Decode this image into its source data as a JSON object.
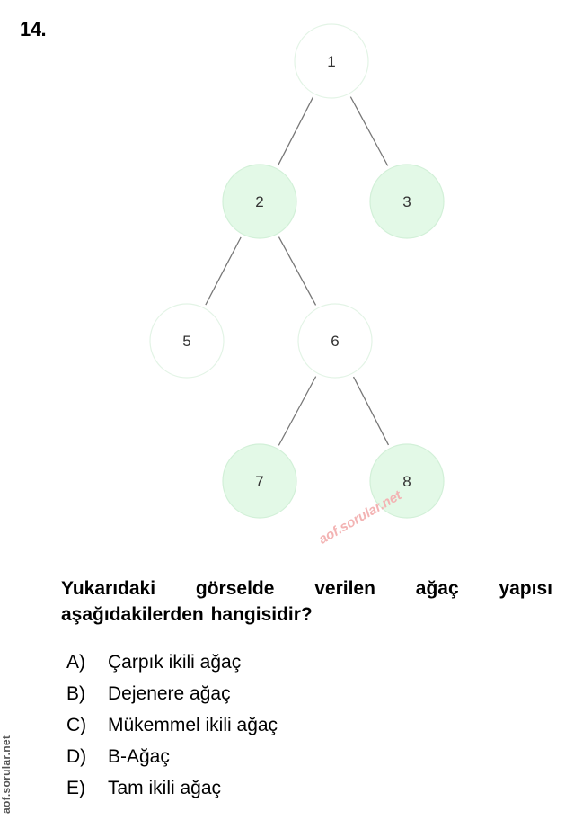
{
  "question_number": "14.",
  "tree": {
    "nodes": [
      {
        "id": "1",
        "label": "1"
      },
      {
        "id": "2",
        "label": "2"
      },
      {
        "id": "3",
        "label": "3"
      },
      {
        "id": "5",
        "label": "5"
      },
      {
        "id": "6",
        "label": "6"
      },
      {
        "id": "7",
        "label": "7"
      },
      {
        "id": "8",
        "label": "8"
      }
    ],
    "edges": [
      [
        "1",
        "2"
      ],
      [
        "1",
        "3"
      ],
      [
        "2",
        "5"
      ],
      [
        "2",
        "6"
      ],
      [
        "6",
        "7"
      ],
      [
        "6",
        "8"
      ]
    ],
    "colors": {
      "edge": "#777777",
      "white_fill": "#ffffff",
      "white_stroke": "#e3f4e6",
      "green_fill": "#e3f9e7",
      "green_stroke": "#d2f0d8"
    }
  },
  "question_text": "Yukarıdaki görselde verilen ağaç yapısı aşağıdakilerden hangisidir?",
  "options": [
    {
      "letter": "A)",
      "text": "Çarpık ikili ağaç"
    },
    {
      "letter": "B)",
      "text": "Dejenere ağaç"
    },
    {
      "letter": "C)",
      "text": "Mükemmel ikili ağaç"
    },
    {
      "letter": "D)",
      "text": "B-Ağaç"
    },
    {
      "letter": "E)",
      "text": "Tam ikili ağaç"
    }
  ],
  "watermark_diagonal": "aof.sorular.net",
  "watermark_side": "aof.sorular.net"
}
